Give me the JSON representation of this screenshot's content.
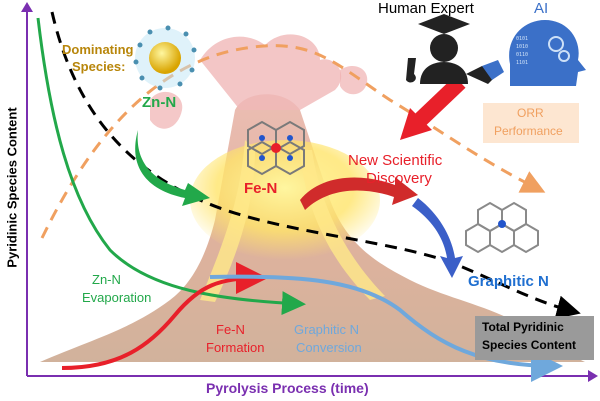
{
  "axes": {
    "x_label": "Pyrolysis Process (time)",
    "y_label": "Pyridinic Species Content"
  },
  "header": {
    "human_label": "Human Expert",
    "ai_label": "AI"
  },
  "species": {
    "dominating_label": [
      "Dominating",
      "Species:"
    ],
    "zn_n": "Zn-N",
    "fe_n": "Fe-N",
    "graphitic_n": "Graphitic N"
  },
  "discovery": [
    "New Scientific",
    "Discovery"
  ],
  "orr": [
    "ORR",
    "Performance"
  ],
  "curves": {
    "zn_evap": [
      "Zn-N",
      "Evaporation"
    ],
    "fe_form": [
      "Fe-N",
      "Formation"
    ],
    "graph_conv": [
      "Graphitic N",
      "Conversion"
    ]
  },
  "total_box": [
    "Total Pyridinic",
    "Species Content"
  ],
  "colors": {
    "zn": "#22a84a",
    "fe": "#e8202a",
    "graphitic": "#1f6fd0",
    "graph_curve": "#6fa8dc",
    "orr": "#f0a060",
    "axis": "#7a2fb0",
    "ai": "#3b70c8",
    "discovery": "#e8202a",
    "dominating": "#b8860b"
  }
}
